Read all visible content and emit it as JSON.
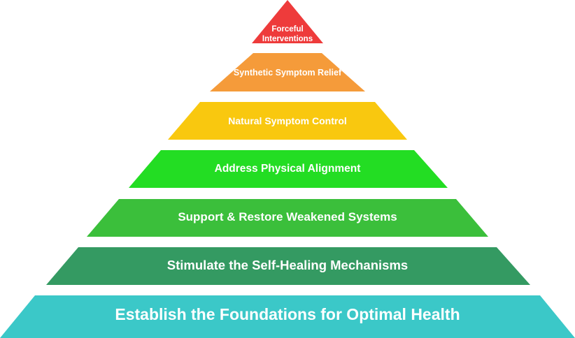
{
  "diagram": {
    "type": "pyramid",
    "tiers": [
      {
        "lines": [
          "Forceful",
          "Interventions"
        ],
        "color": "#ee3b3b"
      },
      {
        "lines": [
          "Synthetic Symptom Relief"
        ],
        "color": "#f59b3a"
      },
      {
        "lines": [
          "Natural Symptom Control"
        ],
        "color": "#f9c80f"
      },
      {
        "lines": [
          "Address Physical Alignment"
        ],
        "color": "#23dd23"
      },
      {
        "lines": [
          "Support & Restore Weakened Systems"
        ],
        "color": "#3bbf3b"
      },
      {
        "lines": [
          "Stimulate the Self-Healing Mechanisms"
        ],
        "color": "#349a62"
      },
      {
        "lines": [
          "Establish the Foundations for Optimal Health"
        ],
        "color": "#3bc8c8"
      }
    ]
  }
}
